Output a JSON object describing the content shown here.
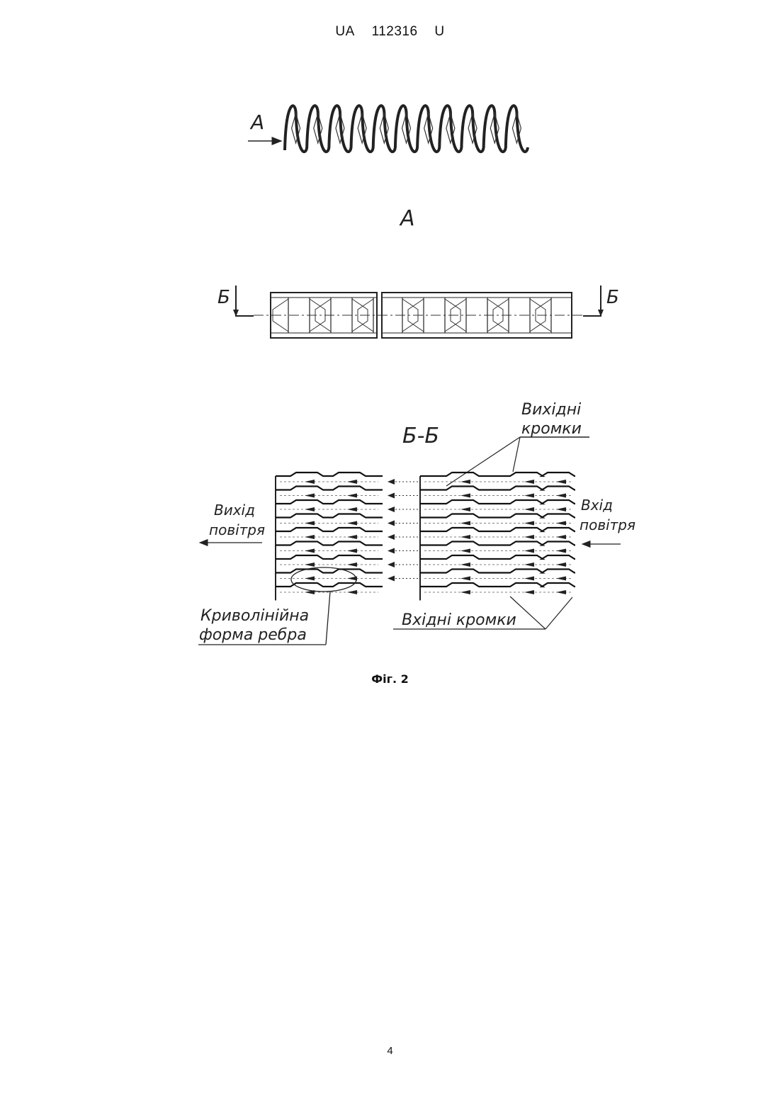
{
  "header": {
    "country": "UA",
    "number": "112316",
    "kind": "U"
  },
  "labels": {
    "view_a_arrow": "А",
    "view_a_title": "А",
    "section_mark_left": "Б",
    "section_mark_right": "Б",
    "section_title": "Б-Б",
    "exit_edges_line1": "Вихідні",
    "exit_edges_line2": "кромки",
    "air_out_line1": "Вихід",
    "air_out_line2": "повітря",
    "air_in_line1": "Вхід",
    "air_in_line2": "повітря",
    "curved_rib_line1": "Криволінійна",
    "curved_rib_line2": "форма ребра",
    "entry_edges": "Вхідні кромки"
  },
  "figure_caption": "Фіг. 2",
  "page_number": "4"
}
